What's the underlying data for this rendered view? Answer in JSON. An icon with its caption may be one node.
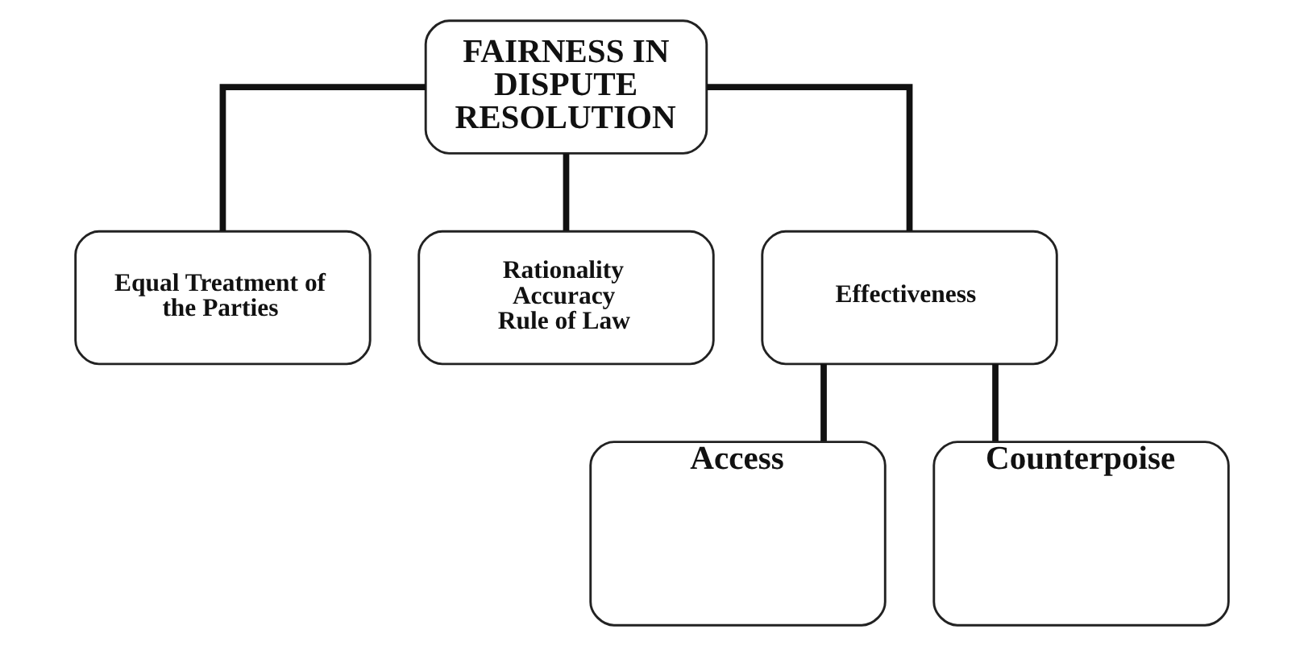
{
  "diagram": {
    "nodes": [
      {
        "text": [
          "FAIRNESS IN DISPUTE RESOLUTION"
        ]
      },
      {
        "text": [
          "Equal Treatment of the Parties"
        ]
      },
      {
        "text": [
          "Rationality",
          "Accuracy",
          "Rule of Law"
        ]
      },
      {
        "text": [
          "Effectiveness"
        ]
      },
      {
        "text": [
          "Access"
        ]
      },
      {
        "text": [
          "Counterpoise"
        ]
      }
    ],
    "edges": [
      {
        "from": 0,
        "to": 1,
        "arrow": "none"
      },
      {
        "from": 0,
        "to": 2,
        "arrow": "none"
      },
      {
        "from": 0,
        "to": 3,
        "arrow": "none"
      },
      {
        "from": 3,
        "to": 4,
        "arrow": "none"
      },
      {
        "from": 3,
        "to": 5,
        "arrow": "none"
      }
    ]
  }
}
